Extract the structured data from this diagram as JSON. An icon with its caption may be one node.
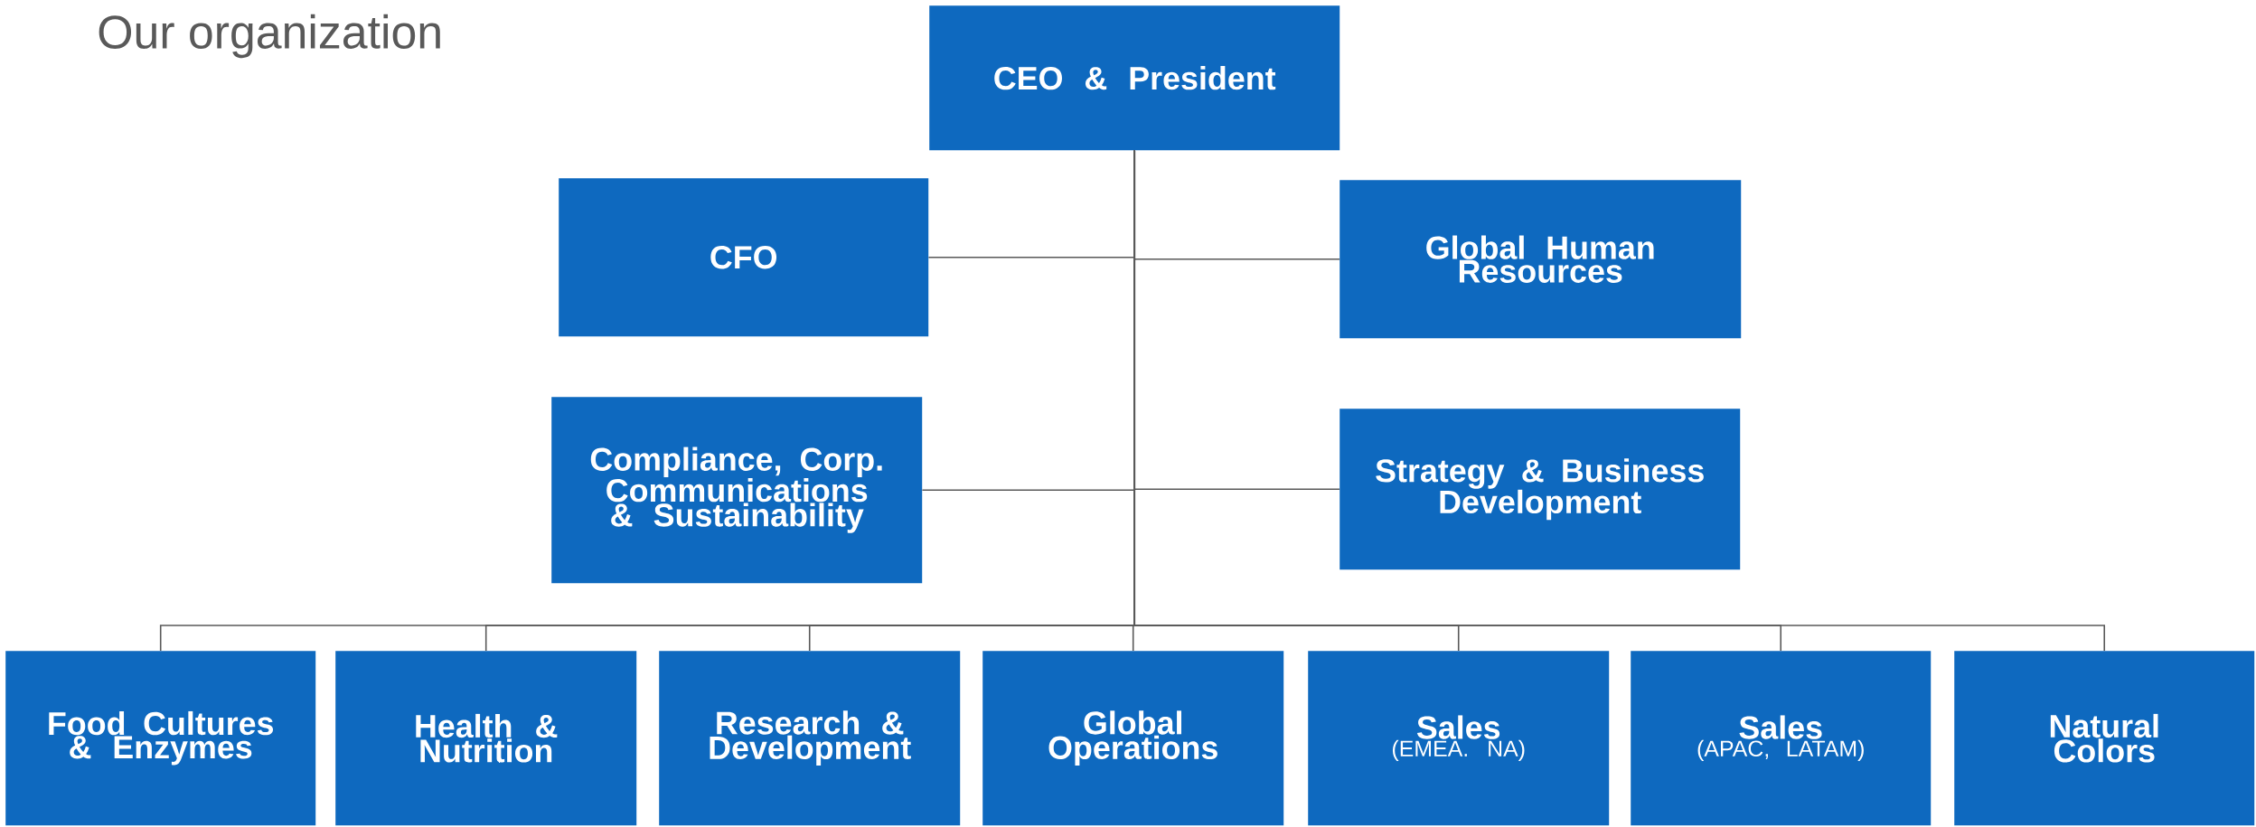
{
  "diagram": {
    "title": "Our organization",
    "nodes": [
      {
        "text": [
          "CEO & President"
        ]
      },
      {
        "text": [
          "CFO"
        ]
      },
      {
        "text": [
          "Global Human Resources"
        ]
      },
      {
        "text": [
          "Compliance, Corp. Communications & Sustainability"
        ]
      },
      {
        "text": [
          "Strategy & Business Development"
        ]
      },
      {
        "text": [
          "Food Cultures & Enzymes"
        ]
      },
      {
        "text": [
          "Health & Nutrition"
        ]
      },
      {
        "text": [
          "Research & Development"
        ]
      },
      {
        "text": [
          "Global Operations"
        ]
      },
      {
        "text": [
          "Sales",
          "(EMEA. NA)"
        ]
      },
      {
        "text": [
          "Sales",
          "(APAC, LATAM)"
        ]
      },
      {
        "text": [
          "Natural Colors"
        ]
      }
    ],
    "edges": [
      {
        "from": 0,
        "to": 1,
        "arrow": "none"
      },
      {
        "from": 0,
        "to": 2,
        "arrow": "none"
      },
      {
        "from": 0,
        "to": 3,
        "arrow": "none"
      },
      {
        "from": 0,
        "to": 4,
        "arrow": "none"
      },
      {
        "from": 0,
        "to": 5,
        "arrow": "none"
      },
      {
        "from": 0,
        "to": 6,
        "arrow": "none"
      },
      {
        "from": 0,
        "to": 7,
        "arrow": "none"
      },
      {
        "from": 0,
        "to": 8,
        "arrow": "none"
      },
      {
        "from": 0,
        "to": 9,
        "arrow": "none"
      },
      {
        "from": 0,
        "to": 10,
        "arrow": "none"
      },
      {
        "from": 0,
        "to": 11,
        "arrow": "none"
      }
    ]
  }
}
